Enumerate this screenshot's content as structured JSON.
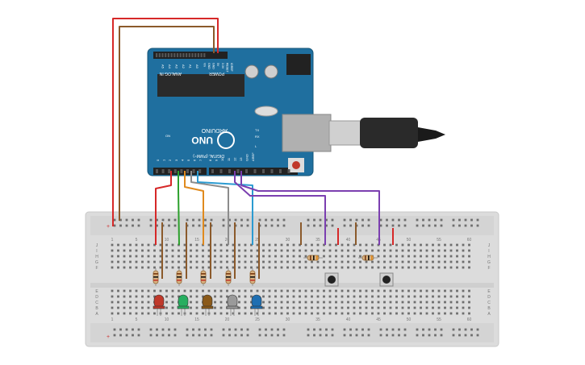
{
  "arduino": {
    "brand": "ARDUINO",
    "model": "UNO",
    "header_power": "POWER",
    "header_analog": "ANALOG IN",
    "header_digital": "DIGITAL (PWM~)",
    "analog_pins": [
      "A0",
      "A1",
      "A2",
      "A3",
      "A4",
      "A5"
    ],
    "power_pins": [
      "IOREF",
      "RESET",
      "3.3V",
      "5V",
      "GND",
      "GND",
      "Vin"
    ],
    "digital_pins": [
      "0",
      "1",
      "2",
      "3",
      "4",
      "5",
      "6",
      "7",
      "8",
      "9",
      "10",
      "11",
      "12",
      "13",
      "GND",
      "AREF"
    ],
    "led_labels": [
      "TX",
      "RX",
      "L",
      "ON"
    ]
  },
  "breadboard": {
    "column_numbers": [
      "1",
      "5",
      "10",
      "15",
      "20",
      "25",
      "30",
      "35",
      "40",
      "45",
      "50",
      "55",
      "60"
    ],
    "row_letters_top": [
      "J",
      "I",
      "H",
      "G",
      "F"
    ],
    "row_letters_bottom": [
      "E",
      "D",
      "C",
      "B",
      "A"
    ],
    "rail_plus": "+",
    "rail_minus": "-"
  },
  "components": {
    "leds": [
      {
        "color": "#c0392b"
      },
      {
        "color": "#27ae60"
      },
      {
        "color": "#8b5a1a"
      },
      {
        "color": "#9a9a9a"
      },
      {
        "color": "#1f6fb2"
      }
    ],
    "resistor_count": 7,
    "button_count": 2
  },
  "wires": {
    "red": "#d62828",
    "brown": "#8b5a2b",
    "green": "#2ca02c",
    "orange": "#e08a1e",
    "gray": "#8c8c8c",
    "blue": "#2b9bd1",
    "purple": "#7b3fb0"
  }
}
